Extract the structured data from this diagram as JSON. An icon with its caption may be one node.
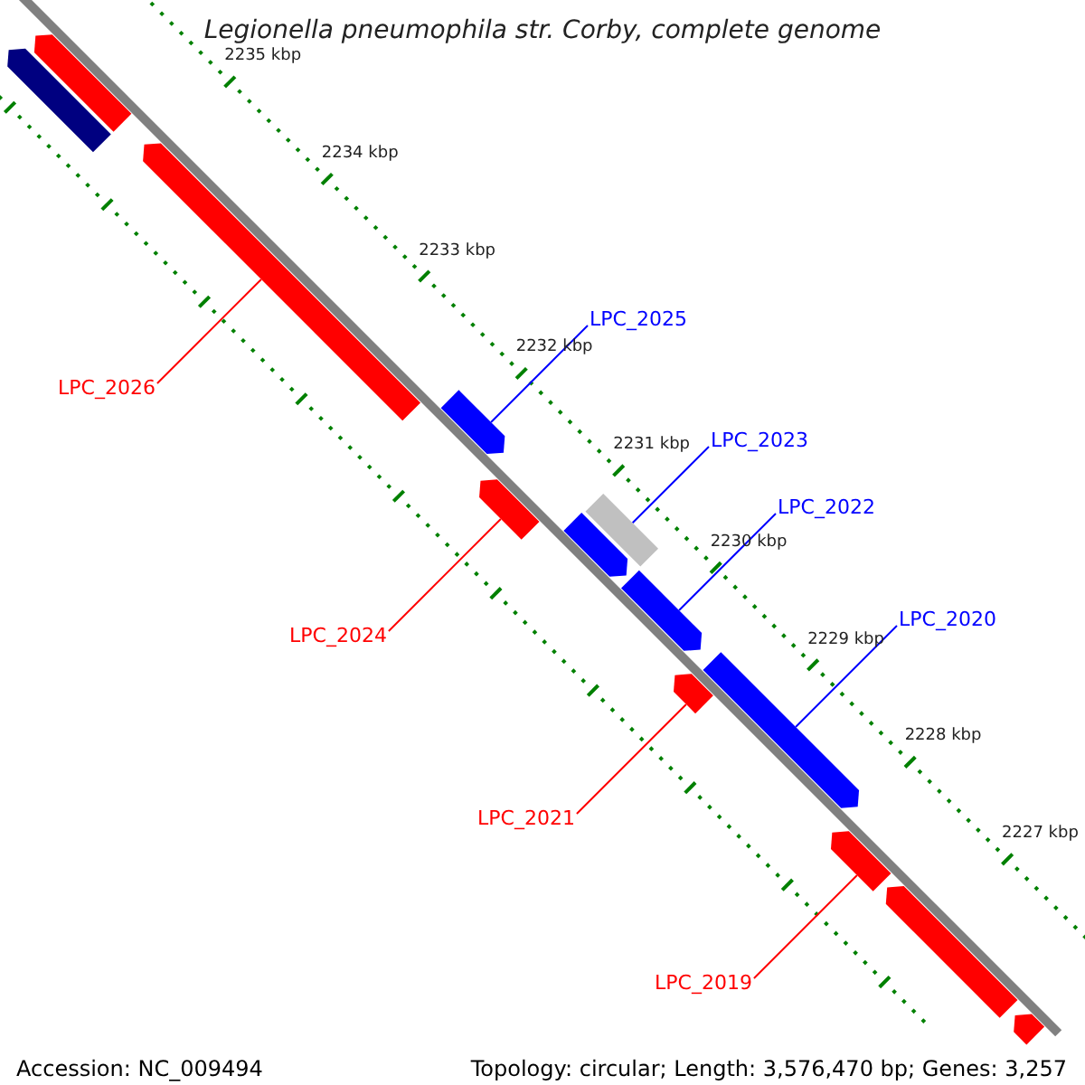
{
  "diagram": {
    "title": "Legionella pneumophila str. Corby, complete genome",
    "nodes": [
      {
        "text": [],
        "shape": "arrow"
      },
      {
        "text": [],
        "shape": "arrow"
      },
      {
        "text": [],
        "shape": "arrow"
      },
      {
        "text": [],
        "shape": "arrow"
      },
      {
        "text": [],
        "shape": "arrow"
      },
      {
        "text": [],
        "shape": "box"
      },
      {
        "text": [],
        "shape": "arrow"
      },
      {
        "text": [],
        "shape": "arrow"
      },
      {
        "text": [],
        "shape": "arrow"
      },
      {
        "text": [],
        "shape": "arrow"
      },
      {
        "text": [],
        "shape": "arrow"
      },
      {
        "text": [],
        "shape": "arrow"
      },
      {
        "text": [],
        "shape": "arrow"
      },
      {
        "text": [
          "LPC_2025"
        ]
      },
      {
        "text": [
          "LPC_2026"
        ]
      },
      {
        "text": [
          "LPC_2023"
        ]
      },
      {
        "text": [
          "LPC_2022"
        ]
      },
      {
        "text": [
          "LPC_2020"
        ]
      },
      {
        "text": [
          "LPC_2024"
        ]
      },
      {
        "text": [
          "LPC_2021"
        ]
      },
      {
        "text": [
          "LPC_2019"
        ]
      }
    ],
    "edges": [
      {
        "from": 13,
        "to": 3,
        "arrow": "none",
        "color": "#0000ff"
      },
      {
        "from": 14,
        "to": 2,
        "arrow": "none",
        "color": "#ff0000"
      },
      {
        "from": 15,
        "to": 5,
        "arrow": "none",
        "color": "#0000ff"
      },
      {
        "from": 16,
        "to": 7,
        "arrow": "none",
        "color": "#0000ff"
      },
      {
        "from": 17,
        "to": 9,
        "arrow": "none",
        "color": "#0000ff"
      },
      {
        "from": 18,
        "to": 4,
        "arrow": "none",
        "color": "#ff0000"
      },
      {
        "from": 19,
        "to": 8,
        "arrow": "none",
        "color": "#ff0000"
      },
      {
        "from": 20,
        "to": 10,
        "arrow": "none",
        "color": "#ff0000"
      }
    ],
    "labels": [
      "2235 kbp",
      "2234 kbp",
      "2233 kbp",
      "2232 kbp",
      "2231 kbp",
      "2230 kbp",
      "2229 kbp",
      "2228 kbp",
      "2227 kbp",
      "Accession: NC_009494",
      "Topology: circular; Length: 3,576,470 bp; Genes: 3,257"
    ]
  }
}
